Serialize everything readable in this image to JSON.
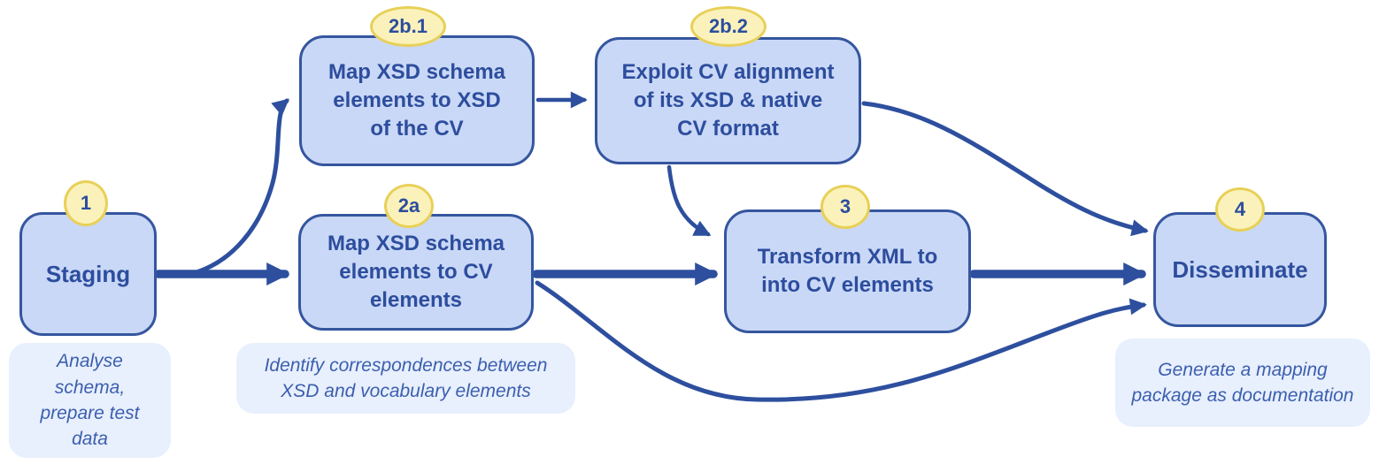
{
  "nodes": [
    {
      "badge": "1",
      "label": "Staging"
    },
    {
      "badge": "2b.1",
      "label": "Map XSD schema\nelements to XSD\nof the CV"
    },
    {
      "badge": "2b.2",
      "label": "Exploit CV alignment\nof its XSD & native\nCV format"
    },
    {
      "badge": "2a",
      "label": "Map XSD schema\nelements to CV\nelements"
    },
    {
      "badge": "3",
      "label": "Transform XML to\ninto CV elements"
    },
    {
      "badge": "4",
      "label": "Disseminate"
    }
  ],
  "notes": [
    {
      "text": "Analyse schema,\nprepare test\ndata"
    },
    {
      "text": "Identify correspondences between\nXSD and vocabulary elements"
    },
    {
      "text": "Generate a mapping\npackage as documentation"
    }
  ],
  "arrows": [
    {
      "name": "staging-to-2a",
      "style": "thick"
    },
    {
      "name": "staging-to-2b1",
      "style": "thin-curve"
    },
    {
      "name": "2b1-to-2b2",
      "style": "thin"
    },
    {
      "name": "2b2-to-3",
      "style": "thin-curve"
    },
    {
      "name": "2a-to-3",
      "style": "thick"
    },
    {
      "name": "2b2-to-disseminate",
      "style": "thin-curve"
    },
    {
      "name": "2a-to-disseminate",
      "style": "thin-curve"
    },
    {
      "name": "3-to-disseminate",
      "style": "thick"
    }
  ],
  "colors": {
    "node_fill": "#c9d8f6",
    "node_border": "#35569f",
    "node_text": "#2d4d9e",
    "badge_fill": "#fbf2bb",
    "badge_border": "#e8d058",
    "arrow": "#2d4f9e",
    "note_fill": "#e8effd",
    "note_text": "#3b5fae"
  }
}
